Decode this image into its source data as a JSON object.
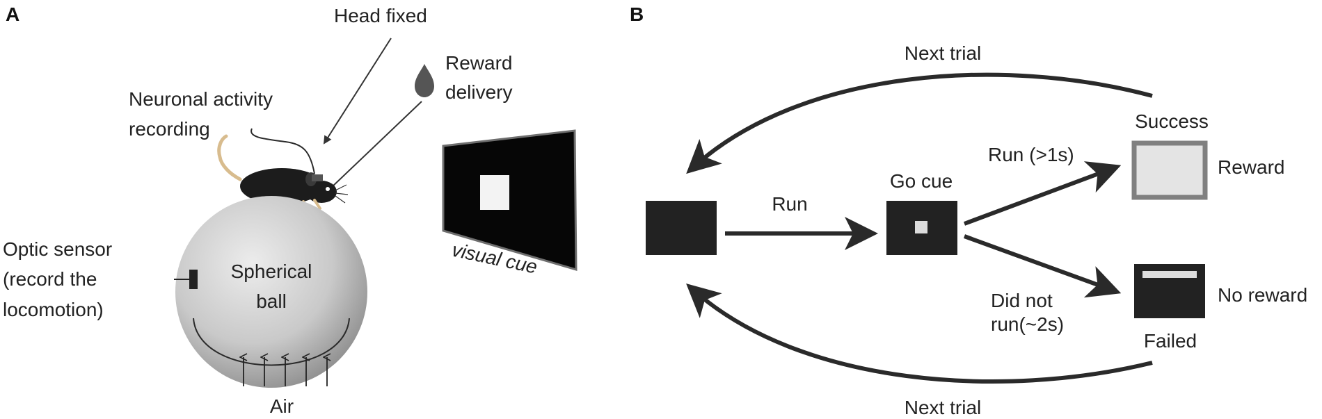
{
  "panel_a": {
    "letter": "A",
    "labels": {
      "head_fixed": "Head fixed",
      "reward_delivery_1": "Reward",
      "reward_delivery_2": "delivery",
      "neuronal_1": "Neuronal activity",
      "neuronal_2": "recording",
      "optic_1": "Optic sensor",
      "optic_2": "(record the",
      "optic_3": "locomotion)",
      "ball_1": "Spherical",
      "ball_2": "ball",
      "air": "Air",
      "visual_cue": "visual cue"
    }
  },
  "panel_b": {
    "letter": "B",
    "labels": {
      "next_trial_top": "Next trial",
      "next_trial_bottom": "Next trial",
      "run": "Run",
      "go_cue": "Go cue",
      "run_long": "Run (>1s)",
      "success": "Success",
      "reward": "Reward",
      "did_not_1": "Did not",
      "did_not_2": "run(~2s)",
      "no_reward": "No reward",
      "failed": "Failed"
    }
  },
  "colors": {
    "dark_box": "#222222",
    "success_fill": "#e4e4e4",
    "success_border": "#808080",
    "ball": "#c8c8c8",
    "arrow": "#2a2a2a"
  }
}
